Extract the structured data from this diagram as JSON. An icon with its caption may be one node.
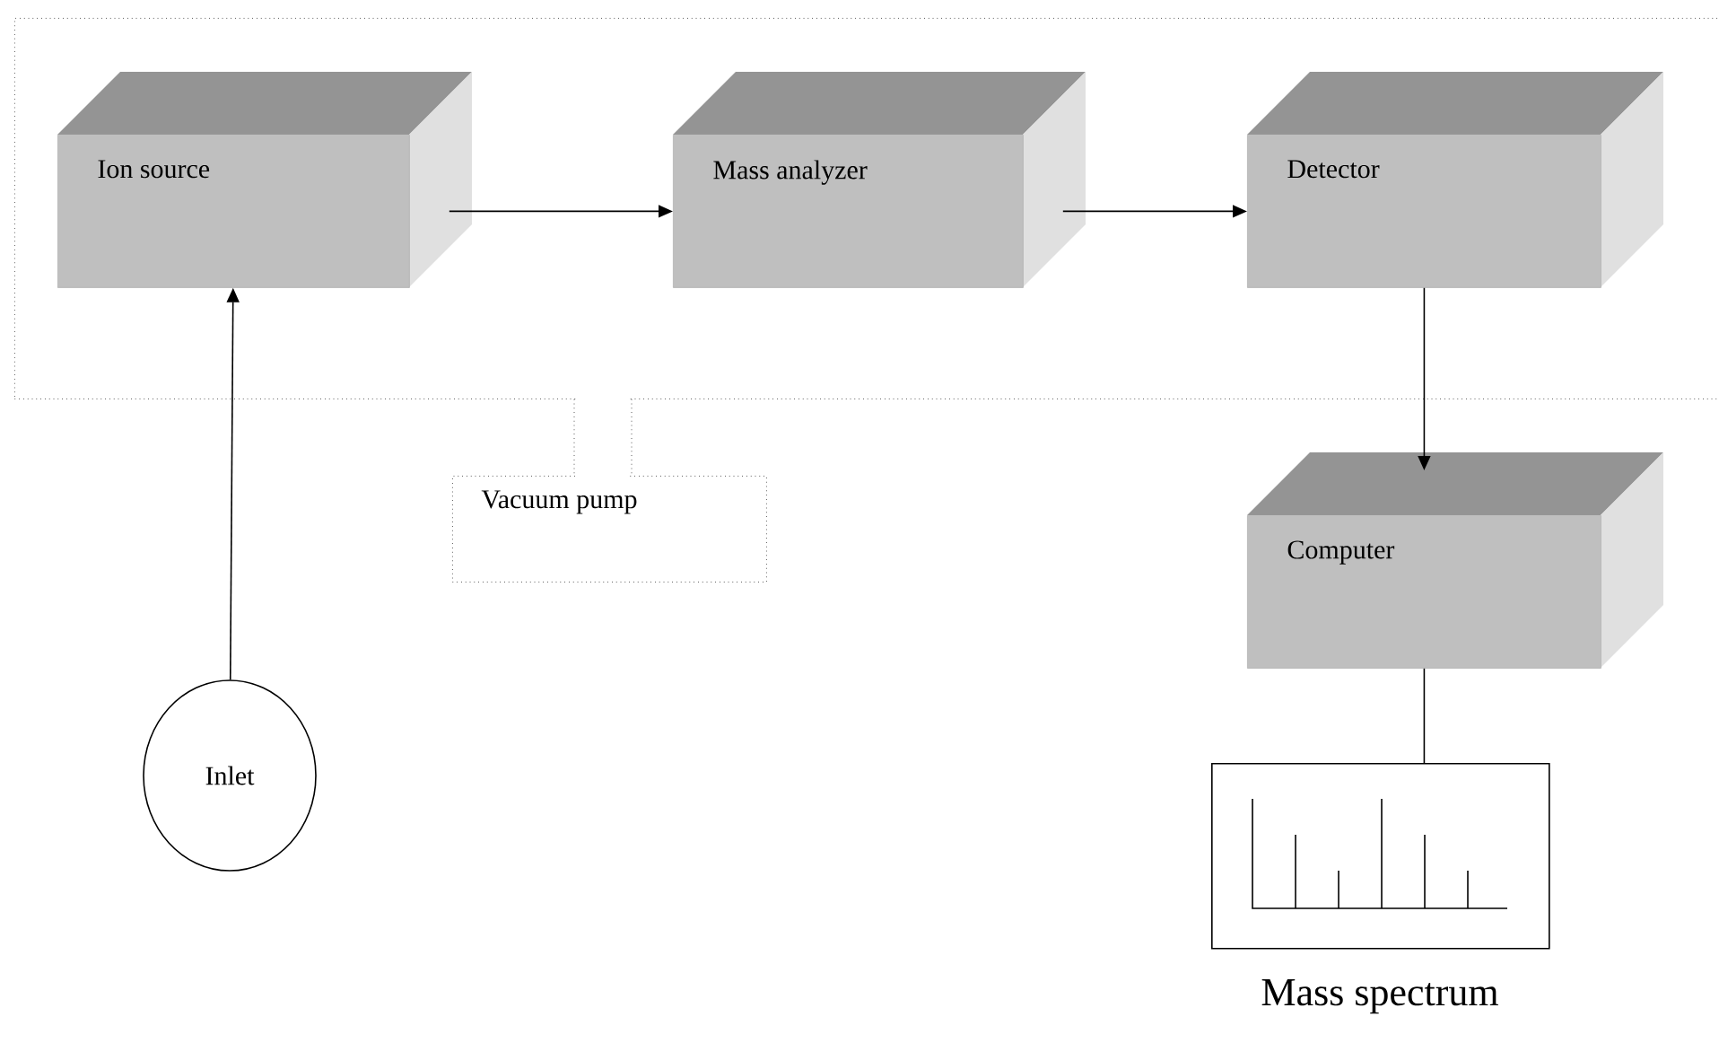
{
  "diagram": {
    "nodes": [
      {
        "text": [],
        "shape": "box"
      },
      {
        "text": [
          "Ion source"
        ],
        "in": 0
      },
      {
        "text": [
          "Mass analyzer"
        ],
        "in": 0
      },
      {
        "text": [
          "Detector"
        ],
        "in": 0
      },
      {
        "text": [
          "Vacuum pump"
        ]
      },
      {
        "text": [
          "Computer"
        ]
      },
      {
        "text": [
          "Inlet"
        ]
      },
      {
        "text": [],
        "shape": "box",
        "beside": [
          "Mass spectrum"
        ]
      }
    ],
    "edges": [
      {
        "from": 1,
        "to": 2,
        "arrow": "to"
      },
      {
        "from": 2,
        "to": 3,
        "arrow": "to"
      },
      {
        "from": 3,
        "to": 5,
        "arrow": "to"
      },
      {
        "from": 6,
        "to": 1,
        "arrow": "to"
      },
      {
        "from": 5,
        "to": 7,
        "arrow": "none"
      },
      {
        "from": 0,
        "to": 4,
        "arrow": "none",
        "style": "dashed"
      }
    ]
  }
}
